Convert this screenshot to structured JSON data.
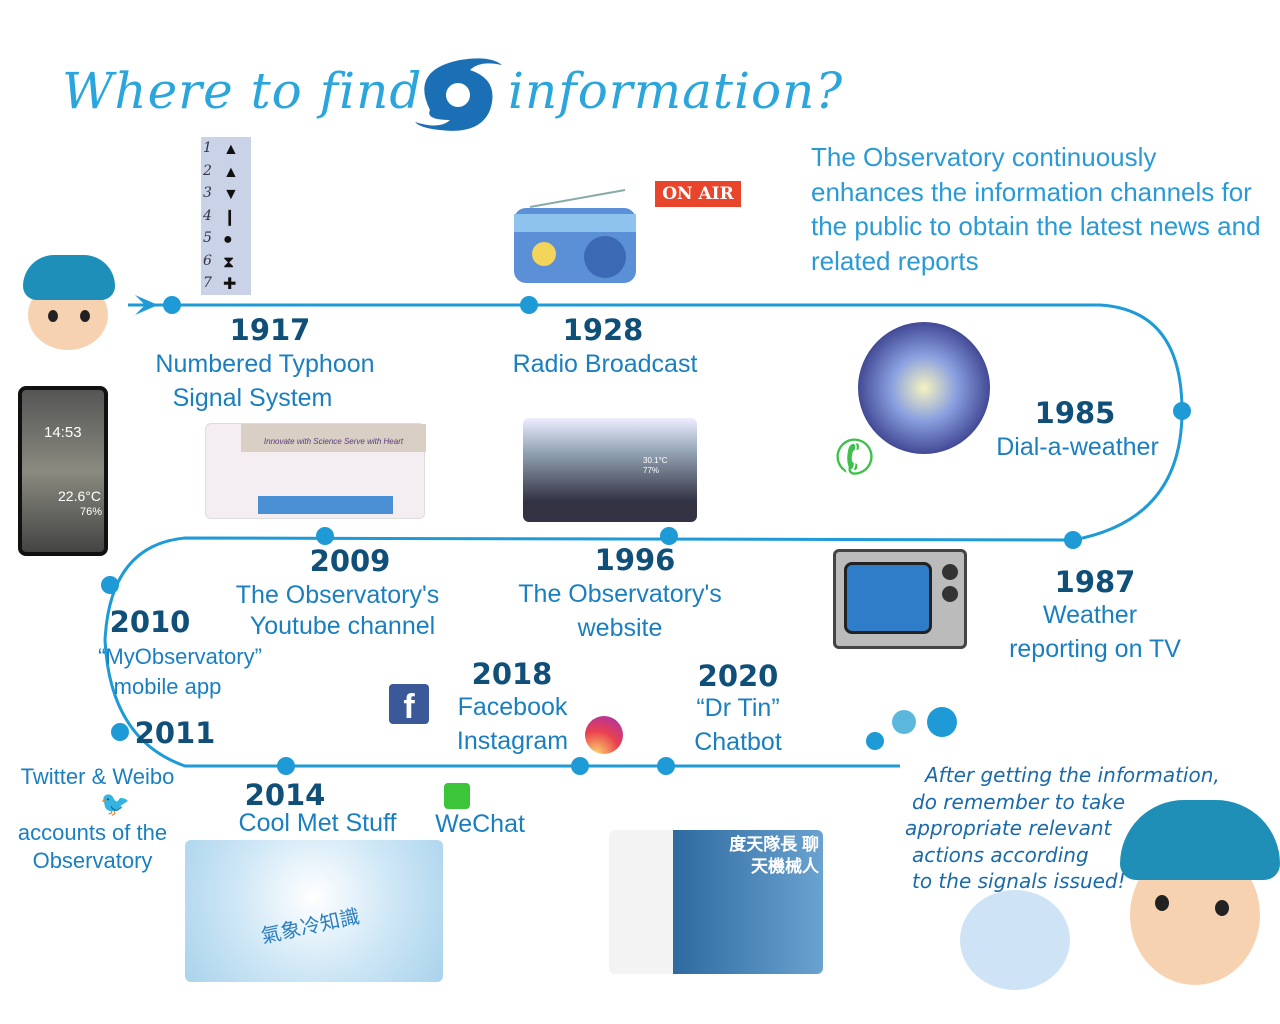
{
  "title": {
    "part1": "Where to find",
    "part2": "information?"
  },
  "intro": "The Observatory continuously enhances the information channels for the public to obtain the latest news and related reports",
  "on_air": "ON AIR",
  "signal_numbers": [
    "1",
    "2",
    "3",
    "4",
    "5",
    "6",
    "7"
  ],
  "phone_screen": {
    "time": "14:53",
    "temperature": "22.6°C",
    "humidity": "76%"
  },
  "youtube_banner": "Innovate with Science  Serve with Heart",
  "website_readout": {
    "temperature": "30.1°C",
    "humidity": "77%"
  },
  "milestones": [
    {
      "year": "1917",
      "label": "Numbered Typhoon Signal System"
    },
    {
      "year": "1928",
      "label": "Radio Broadcast"
    },
    {
      "year": "1985",
      "label": "Dial-a-weather"
    },
    {
      "year": "1987",
      "label": "Weather reporting on TV"
    },
    {
      "year": "1996",
      "label": "The Observatory's website"
    },
    {
      "year": "2009",
      "label": "The Observatory's Youtube channel"
    },
    {
      "year": "2010",
      "label": "“MyObservatory” mobile app"
    },
    {
      "year": "2011",
      "label": "Twitter & Weibo accounts of the Observatory"
    },
    {
      "year": "2014",
      "label": "Cool Met Stuff"
    },
    {
      "year": "2018",
      "label": "Facebook Instagram WeChat"
    },
    {
      "year": "2020",
      "label": "“Dr Tin” Chatbot"
    }
  ],
  "labels": {
    "m1917_l1": "Numbered Typhoon",
    "m1917_l2": "Signal System",
    "m1987_l1": "Weather",
    "m1987_l2": "reporting on TV",
    "m1996_l1": "The Observatory's",
    "m1996_l2": "website",
    "m2009_l1": "The Observatory's",
    "m2009_l2": "Youtube channel",
    "m2010_l1": "“MyObservatory”",
    "m2010_l2": "mobile app",
    "m2011_l1": "Twitter & Weibo",
    "m2011_l2": "accounts of the",
    "m2011_l3": "Observatory",
    "facebook": "Facebook",
    "instagram": "Instagram",
    "wechat": "WeChat",
    "m2020_l1": "“Dr Tin”",
    "m2020_l2": "Chatbot"
  },
  "chatbot_title": "度天隊長 聊天機械人",
  "coolmet_title": "氣象冷知識",
  "outro": [
    "After getting the information,",
    "do remember to take",
    "appropriate relevant",
    "actions according",
    "to the signals issued!"
  ],
  "colors": {
    "timeline": "#1e9ad6",
    "year": "#0f4f78",
    "text": "#1a7fc0",
    "title": "#2aa6dc"
  }
}
